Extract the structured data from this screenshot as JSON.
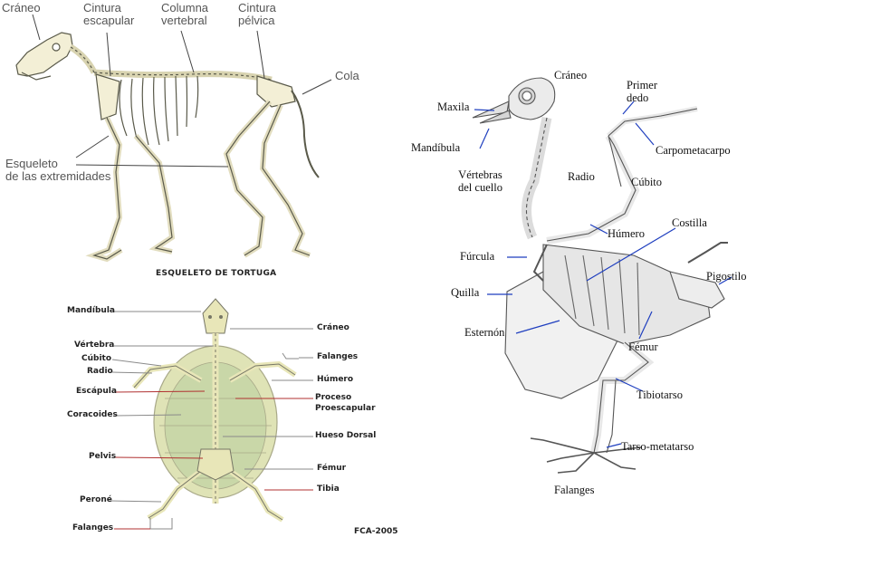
{
  "dog": {
    "labels": {
      "craneo": "Cráneo",
      "cintura_escapular": [
        "Cintura",
        "escapular"
      ],
      "columna_vertebral": [
        "Columna",
        "vertebral"
      ],
      "cintura_pelvica": [
        "Cintura",
        "pélvica"
      ],
      "cola": "Cola",
      "esqueleto_extremidades": [
        "Esqueleto",
        "de las extremidades"
      ]
    }
  },
  "turtle": {
    "title": "ESQUELETO DE TORTUGA",
    "credit": "FCA-2005",
    "left_labels": [
      "Mandíbula",
      "Vértebra",
      "Cúbito",
      "Radio",
      "Escápula",
      "Coracoides",
      "Pelvis",
      "Peroné",
      "Falanges"
    ],
    "right_labels": [
      "Cráneo",
      "Falanges",
      "Húmero",
      "Proceso",
      "Proescapular",
      "Hueso Dorsal",
      "Fémur",
      "Tibia"
    ]
  },
  "bird": {
    "labels": {
      "craneo": "Cráneo",
      "primer_dedo": [
        "Primer",
        "dedo"
      ],
      "maxila": "Maxila",
      "mandibula": "Mandíbula",
      "carpometacarpo": "Carpometacarpo",
      "vertebras_cuello": [
        "Vértebras",
        "del cuello"
      ],
      "radio": "Radio",
      "cubito": "Cúbito",
      "costilla": "Costilla",
      "humero": "Húmero",
      "furcula": "Fúrcula",
      "pigostilo": "Pigostilo",
      "quilla": "Quilla",
      "esternon": "Esternón",
      "femur": "Fémur",
      "tibiotarso": "Tibiotarso",
      "tarso_metatarso": "Tarso-metatarso",
      "falanges": "Falanges"
    }
  },
  "colors": {
    "dog_bone": "#f3efd6",
    "turtle_shell": "#dfe3b6",
    "turtle_bone": "#e8e6b8",
    "bird_line": "#1f3fbf",
    "turtle_line_gray": "#8a8a8a",
    "turtle_line_red": "#b03030"
  }
}
